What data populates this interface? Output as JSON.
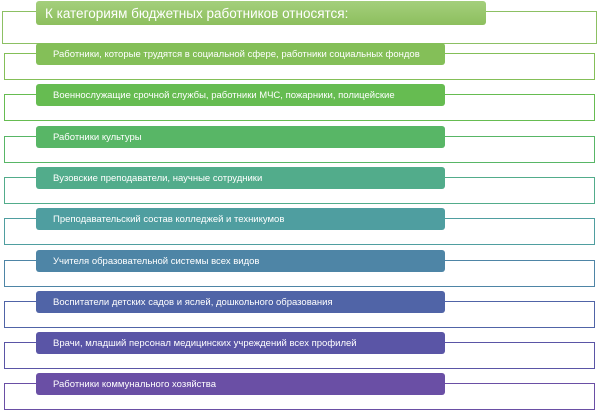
{
  "header": {
    "title": "К категориям бюджетных работников относятся:",
    "color": "#8dbf5e"
  },
  "categories": [
    {
      "label": "Работники, которые трудятся в социальной сфере, работники социальных фондов",
      "color": "#84bf58"
    },
    {
      "label": "Военнослужащие срочной службы, работники МЧС, пожарники, полицейские",
      "color": "#66bc51"
    },
    {
      "label": "Работники культуры",
      "color": "#58b666"
    },
    {
      "label": "Вузовские преподаватели, научные сотрудники",
      "color": "#52ac8b"
    },
    {
      "label": "Преподавательский состав колледжей и техникумов",
      "color": "#4f9ea0"
    },
    {
      "label": "Учителя образовательной системы всех видов",
      "color": "#4e85a6"
    },
    {
      "label": "Воспитатели детских садов и яслей, дошкольного образования",
      "color": "#5064a7"
    },
    {
      "label": "Врачи, младший персонал  медицинских учреждений всех профилей",
      "color": "#5a55a6"
    },
    {
      "label": "Работники коммунального  хозяйства",
      "color": "#6a4fa5"
    }
  ]
}
